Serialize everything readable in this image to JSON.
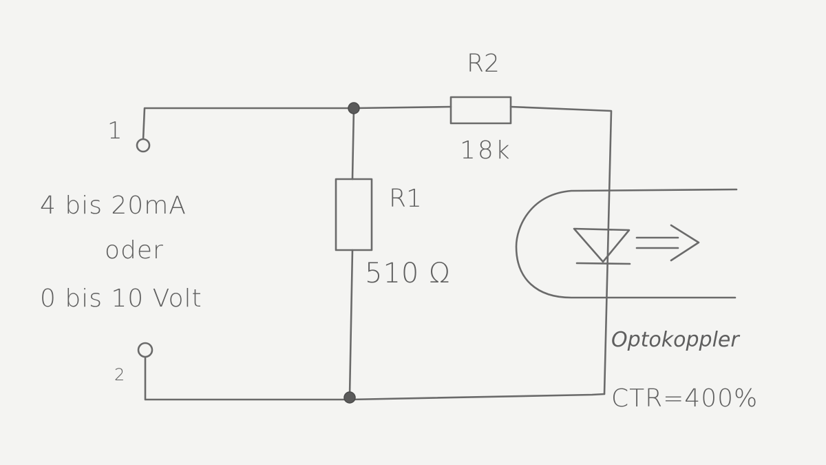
{
  "terminals": {
    "t1": "1",
    "t2": "2"
  },
  "input_spec": {
    "line1": "4 bis 20mA",
    "line2": "oder",
    "line3": "0 bis 10 Volt"
  },
  "r1": {
    "name": "R1",
    "value": "510 Ω"
  },
  "r2": {
    "name": "R2",
    "value": "18k"
  },
  "optocoupler": {
    "name": "Optokoppler",
    "ctr": "CTR=400%"
  },
  "colors": {
    "pencil": "#6a6a6a",
    "paper": "#f4f4f2"
  }
}
